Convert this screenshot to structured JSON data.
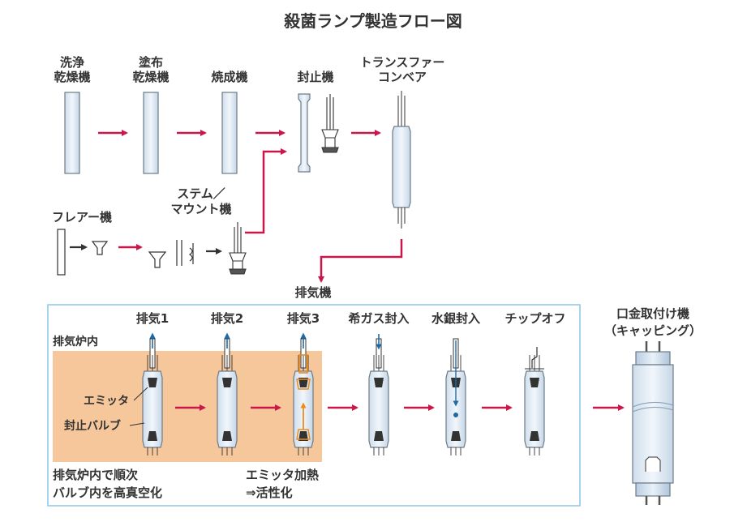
{
  "title": "殺菌ランプ製造フロー図",
  "colors": {
    "arrow": "#c8174a",
    "dark_arrow": "#333333",
    "tube_fill": "#e4eef7",
    "tube_stroke": "#6d7b87",
    "furnace": "#f6c79a",
    "panel_border": "#8ec6e8",
    "blue_arrow": "#1f6aa6",
    "orange": "#ee8a1b"
  },
  "top_stations": {
    "washing": [
      "洗浄",
      "乾燥機"
    ],
    "coating": [
      "塗布",
      "乾燥機"
    ],
    "firing": [
      "焼成機"
    ],
    "sealing": [
      "封止機"
    ],
    "transfer": [
      "トランスファー",
      "コンベア"
    ]
  },
  "left_stations": {
    "flare": [
      "フレアー機"
    ],
    "stem": [
      "ステム／",
      "マウント機"
    ]
  },
  "exhaust_label": "排気機",
  "exhaust_steps": [
    "排気1",
    "排気2",
    "排気3",
    "希ガス封入",
    "水銀封入",
    "チップオフ"
  ],
  "furnace_label": "排気炉内",
  "callouts": {
    "emitter": "エミッタ",
    "sealed_bulb": "封止バルブ"
  },
  "notes": {
    "left": [
      "排気炉内で順次",
      "バルブ内を高真空化"
    ],
    "right": [
      "エミッタ加熱",
      "⇒活性化"
    ]
  },
  "capping": [
    "口金取付け機",
    "（キャッピング）"
  ]
}
